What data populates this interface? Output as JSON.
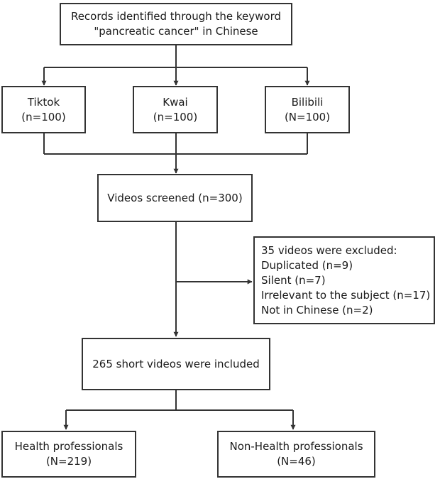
{
  "identification": {
    "line1": "Records identified through the keyword",
    "line2": "\"pancreatic cancer\" in Chinese"
  },
  "platforms": [
    {
      "name": "Tiktok",
      "count": "(n=100)"
    },
    {
      "name": "Kwai",
      "count": "(n=100)"
    },
    {
      "name": "Bilibili",
      "count": "(N=100)"
    }
  ],
  "screening": {
    "label": "Videos screened (n=300)"
  },
  "exclusion": {
    "title": "35 videos were excluded:",
    "reasons": [
      "Duplicated (n=9)",
      "Silent (n=7)",
      "Irrelevant to the subject (n=17)",
      "Not in Chinese (n=2)"
    ]
  },
  "included": {
    "label": "265 short videos were included"
  },
  "groups": [
    {
      "name": "Health professionals",
      "count": "(N=219)"
    },
    {
      "name": "Non-Health professionals",
      "count": "(N=46)"
    }
  ],
  "colors": {
    "line": "#333333",
    "box_border": "#333333",
    "text": "#1a1a1a"
  }
}
